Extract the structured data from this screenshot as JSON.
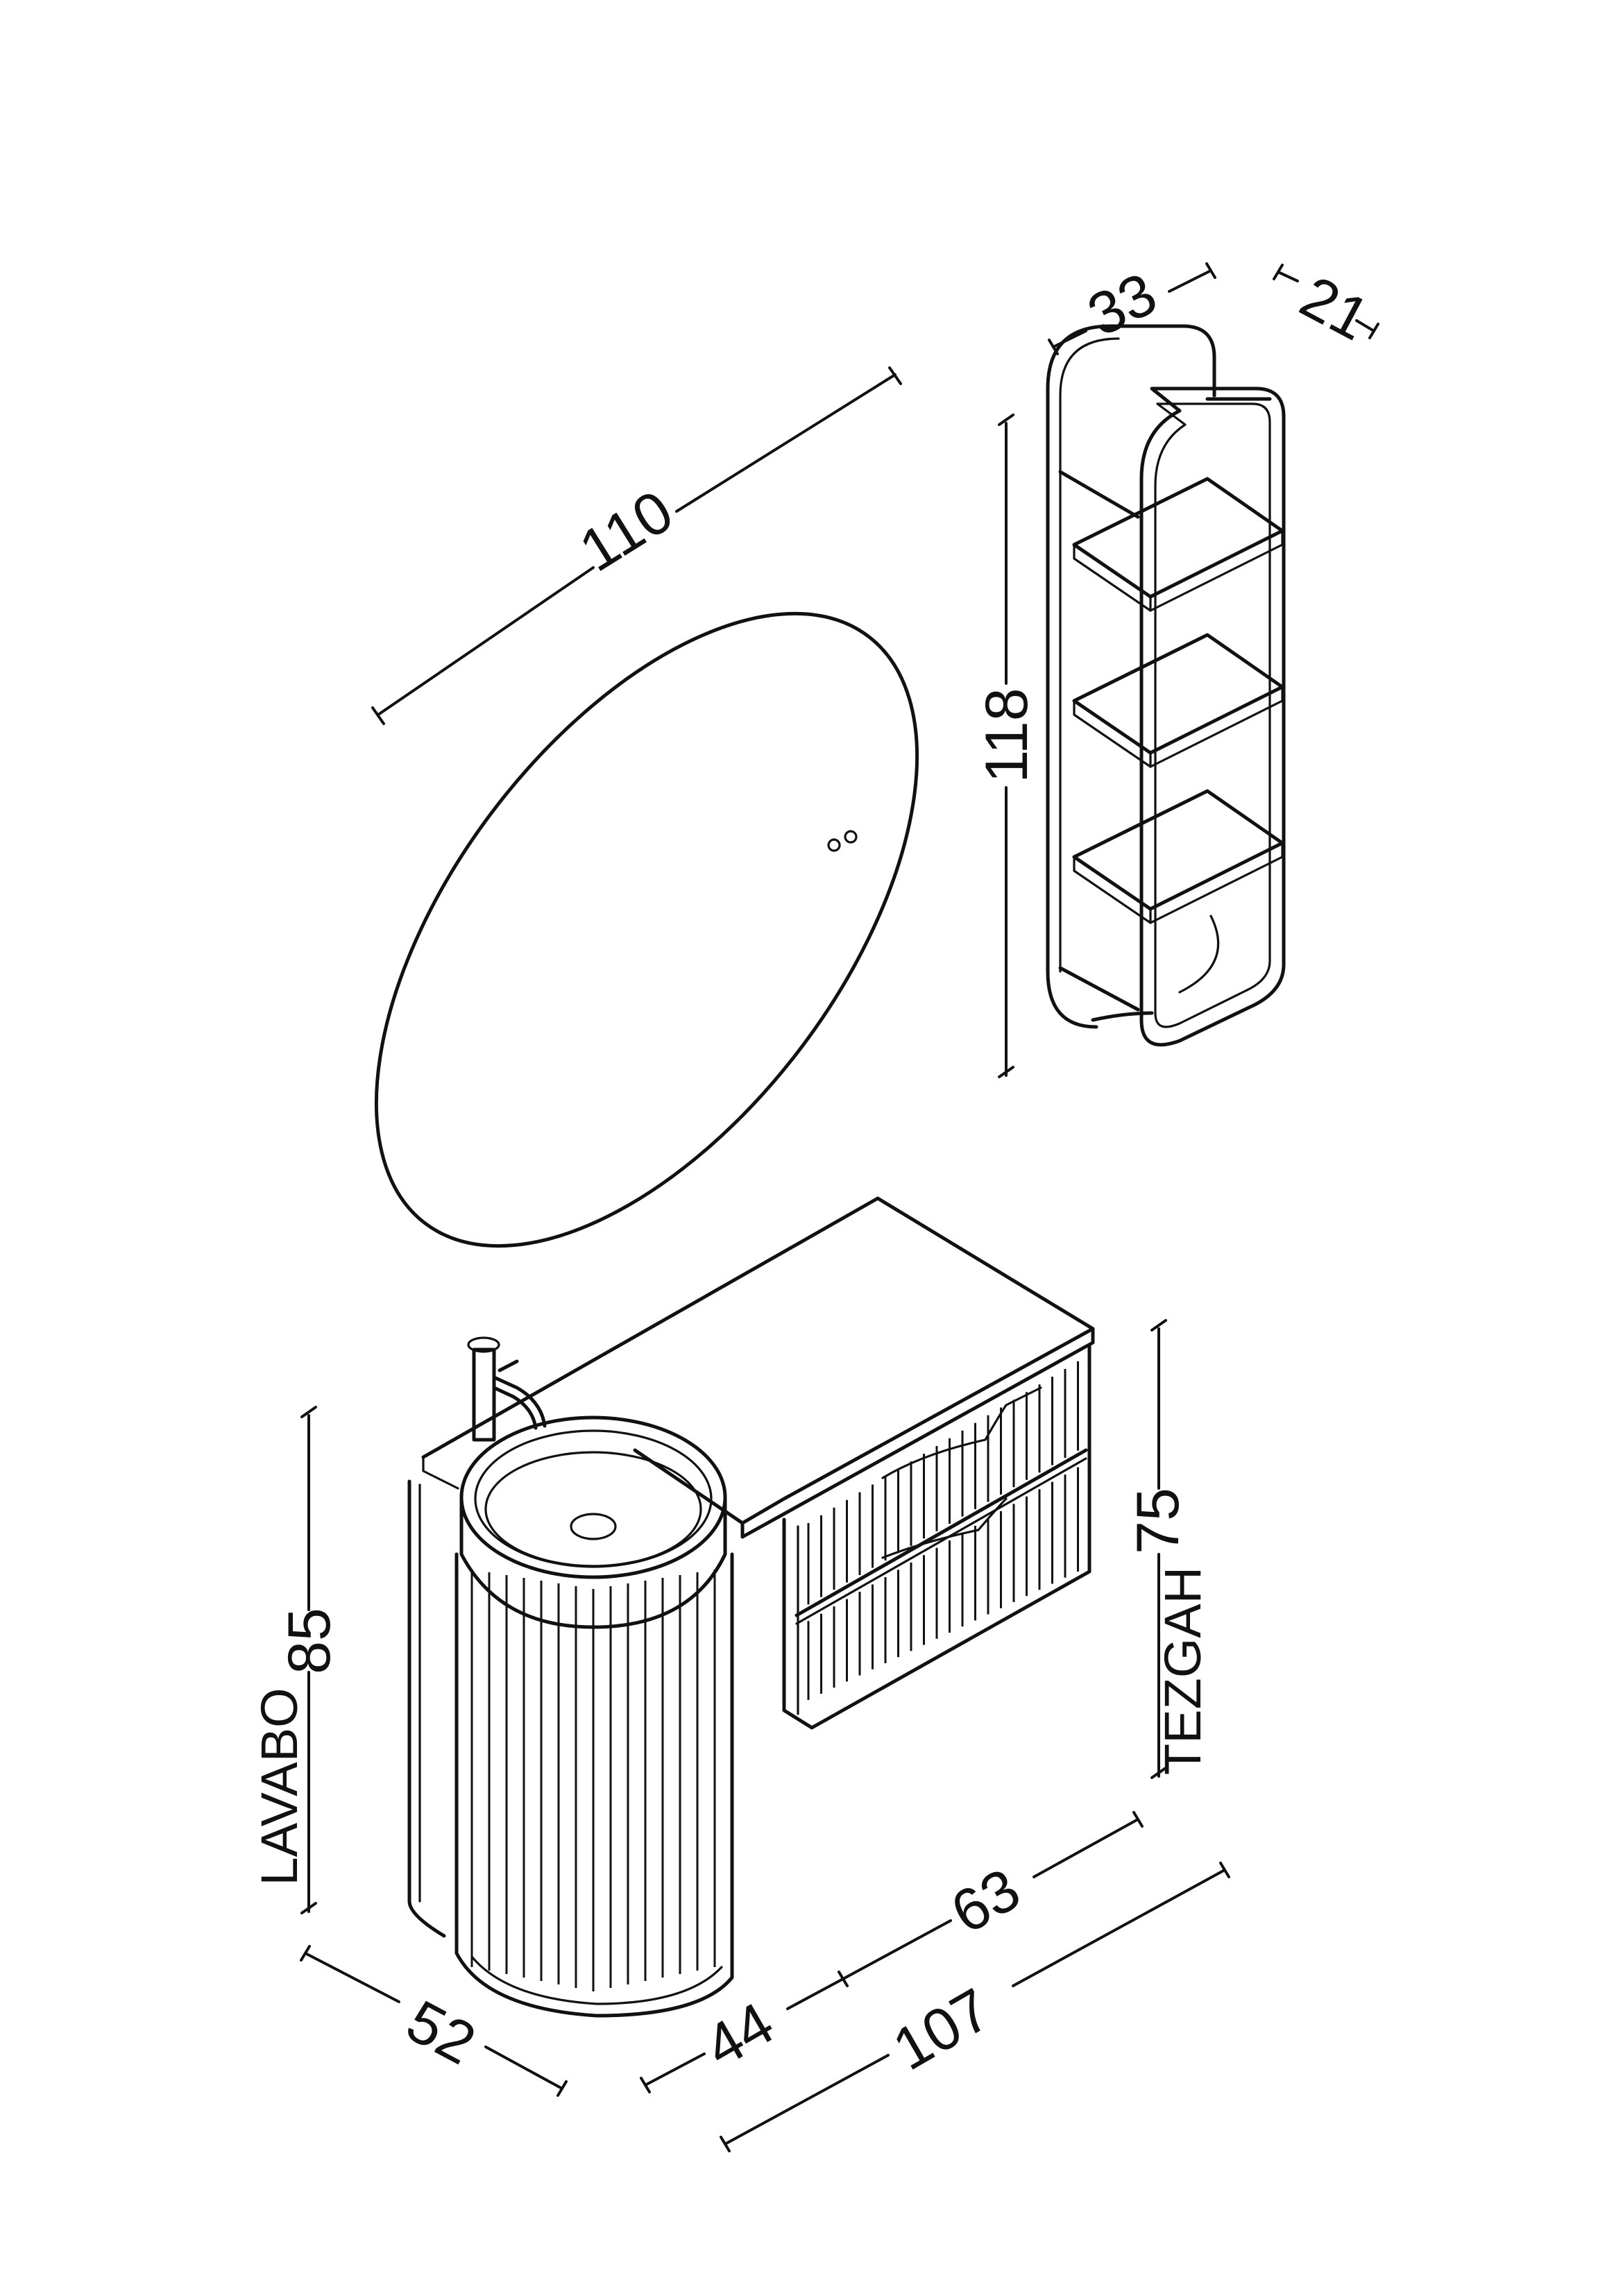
{
  "dimensions": {
    "mirror_width": "110",
    "shelf_height": "118",
    "shelf_width": "33",
    "shelf_depth": "21",
    "basin_height": "85",
    "counter_height": "75",
    "basin_depth": "52",
    "basin_width": "44",
    "counter_width": "63",
    "total_width": "107"
  },
  "labels": {
    "basin": "LAVABO",
    "counter": "TEZGAH"
  },
  "colors": {
    "line": "#111111",
    "background": "#ffffff"
  }
}
